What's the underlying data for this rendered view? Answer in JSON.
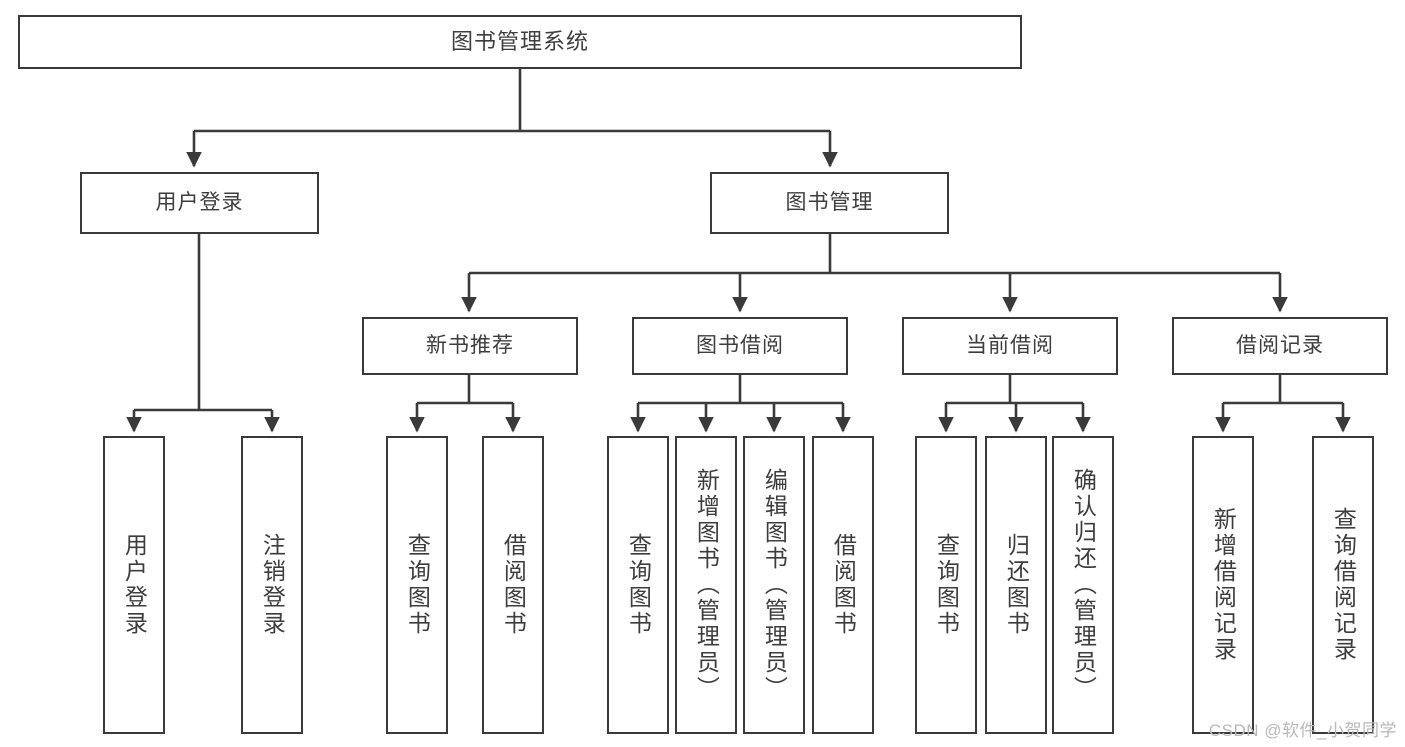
{
  "diagram": {
    "type": "tree-hierarchy-chart",
    "title_node": {
      "label": "图书管理系统"
    },
    "level2": [
      {
        "id": "user-login",
        "label": "用户登录"
      },
      {
        "id": "book-management",
        "label": "图书管理"
      }
    ],
    "level3": [
      {
        "id": "new-book-recommend",
        "label": "新书推荐",
        "parent": "book-management"
      },
      {
        "id": "book-borrow",
        "label": "图书借阅",
        "parent": "book-management"
      },
      {
        "id": "current-borrow",
        "label": "当前借阅",
        "parent": "book-management"
      },
      {
        "id": "borrow-record",
        "label": "借阅记录",
        "parent": "book-management"
      }
    ],
    "leaves": {
      "user_login": [
        {
          "id": "leaf-user-login",
          "label": "用户登录"
        },
        {
          "id": "leaf-logout-login",
          "label": "注销登录"
        }
      ],
      "new_book_recommend": [
        {
          "id": "leaf-query-book-1",
          "label": "查询图书"
        },
        {
          "id": "leaf-borrow-book-1",
          "label": "借阅图书"
        }
      ],
      "book_borrow": [
        {
          "id": "leaf-query-book-2",
          "label": "查询图书"
        },
        {
          "id": "leaf-add-book",
          "label": "新增图书（管理员）"
        },
        {
          "id": "leaf-edit-book",
          "label": "编辑图书（管理员）"
        },
        {
          "id": "leaf-borrow-book-2",
          "label": "借阅图书"
        }
      ],
      "current_borrow": [
        {
          "id": "leaf-query-book-3",
          "label": "查询图书"
        },
        {
          "id": "leaf-return-book",
          "label": "归还图书"
        },
        {
          "id": "leaf-confirm-return",
          "label": "确认归还（管理员）"
        }
      ],
      "borrow_record": [
        {
          "id": "leaf-add-borrow-record",
          "label": "新增借阅记录"
        },
        {
          "id": "leaf-query-borrow-record",
          "label": "查询借阅记录"
        }
      ]
    },
    "watermark": "CSDN @软件_小贺同学",
    "colors": {
      "stroke": "#3a3a3a",
      "fill": "#ffffff",
      "text": "#3d3d3d",
      "watermark": "#b8b8b8"
    }
  }
}
